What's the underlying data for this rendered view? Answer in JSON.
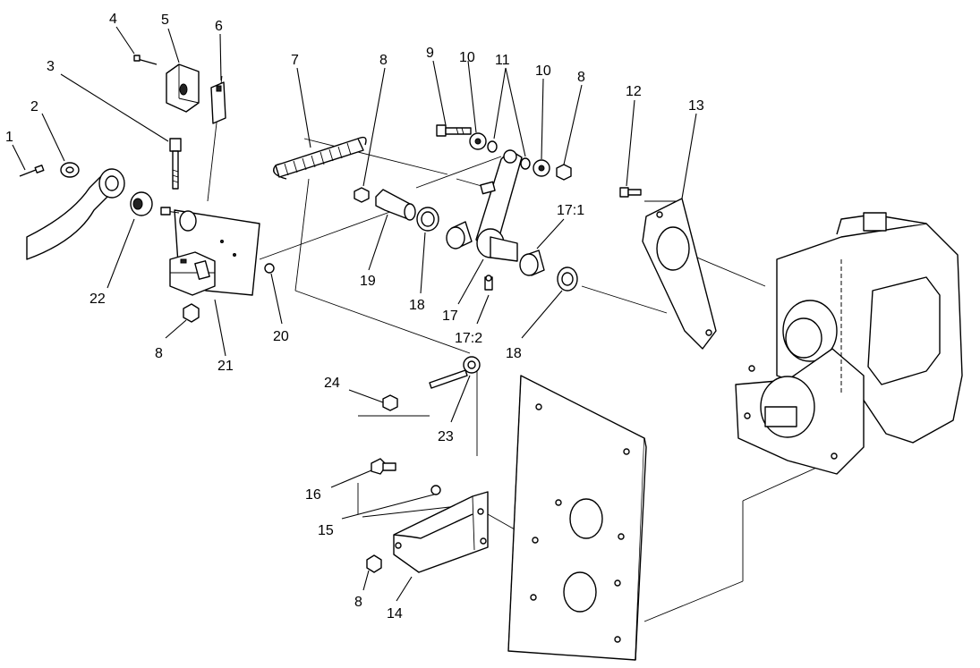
{
  "callouts": {
    "c1": "1",
    "c2": "2",
    "c3": "3",
    "c4": "4",
    "c5": "5",
    "c6": "6",
    "c7": "7",
    "c8a": "8",
    "c9": "9",
    "c10a": "10",
    "c11": "11",
    "c10b": "10",
    "c8b": "8",
    "c12": "12",
    "c13": "13",
    "c17_1": "17:1",
    "c22": "22",
    "c19": "19",
    "c18a": "18",
    "c17": "17",
    "c17_2": "17:2",
    "c18b": "18",
    "c20": "20",
    "c8c": "8",
    "c21": "21",
    "c24": "24",
    "c23": "23",
    "c16": "16",
    "c15": "15",
    "c8d": "8",
    "c14": "14"
  }
}
